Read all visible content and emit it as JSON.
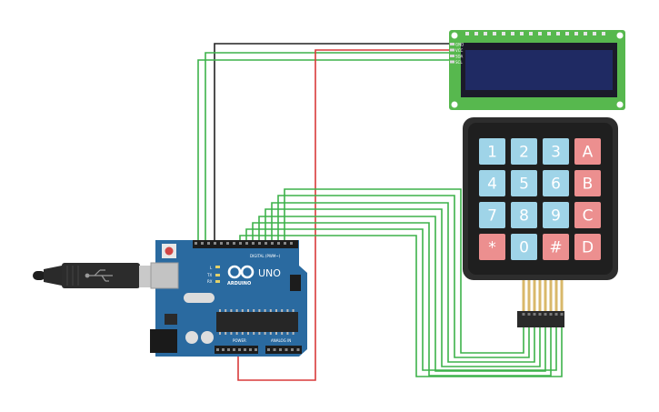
{
  "lcd": {
    "pins": [
      "GND",
      "VCC",
      "SDA",
      "SCL"
    ]
  },
  "arduino": {
    "logo": "ARDUINO",
    "model": "UNO",
    "digital_header": "DIGITAL (PWM~)",
    "power_label": "POWER",
    "analog_label": "ANALOG IN",
    "led_labels": [
      "L",
      "TX",
      "RX"
    ]
  },
  "keypad": {
    "rows": [
      [
        {
          "label": "1",
          "kind": "num"
        },
        {
          "label": "2",
          "kind": "num"
        },
        {
          "label": "3",
          "kind": "num"
        },
        {
          "label": "A",
          "kind": "letter"
        }
      ],
      [
        {
          "label": "4",
          "kind": "num"
        },
        {
          "label": "5",
          "kind": "num"
        },
        {
          "label": "6",
          "kind": "num"
        },
        {
          "label": "B",
          "kind": "letter"
        }
      ],
      [
        {
          "label": "7",
          "kind": "num"
        },
        {
          "label": "8",
          "kind": "num"
        },
        {
          "label": "9",
          "kind": "num"
        },
        {
          "label": "C",
          "kind": "letter"
        }
      ],
      [
        {
          "label": "*",
          "kind": "letter"
        },
        {
          "label": "0",
          "kind": "num"
        },
        {
          "label": "#",
          "kind": "letter"
        },
        {
          "label": "D",
          "kind": "letter"
        }
      ]
    ]
  },
  "colors": {
    "board": "#2a6aa0",
    "wire_green": "#3db24a",
    "wire_red": "#d93a3a",
    "wire_black": "#222222",
    "key_num": "#9fd4e8",
    "key_letter": "#ec8f8f",
    "lcd_screen": "#1f2a63",
    "lcd_pcb": "#57b84e"
  }
}
